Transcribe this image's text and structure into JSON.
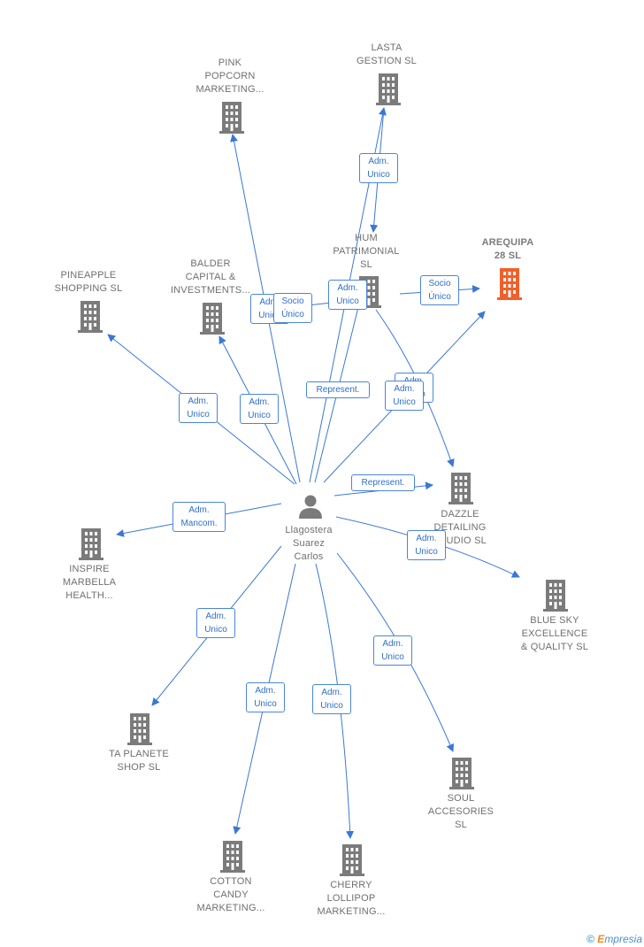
{
  "center": {
    "lines": [
      "Llagostera",
      "Suarez",
      "Carlos"
    ]
  },
  "nodes": {
    "pink": {
      "lines": [
        "PINK",
        "POPCORN",
        "MARKETING..."
      ]
    },
    "lasta": {
      "lines": [
        "LASTA",
        "GESTION  SL"
      ]
    },
    "hum": {
      "lines": [
        "HUM",
        "PATRIMONIAL",
        "SL"
      ]
    },
    "arequipa": {
      "lines": [
        "AREQUIPA",
        "28  SL"
      ]
    },
    "pineapple": {
      "lines": [
        "PINEAPPLE",
        "SHOPPING  SL"
      ]
    },
    "balder": {
      "lines": [
        "BALDER",
        "CAPITAL &",
        "INVESTMENTS..."
      ]
    },
    "dazzle": {
      "lines": [
        "DAZZLE",
        "DETAILING",
        "STUDIO  SL"
      ]
    },
    "inspire": {
      "lines": [
        "INSPIRE",
        "MARBELLA",
        "HEALTH..."
      ]
    },
    "bluesky": {
      "lines": [
        "BLUE SKY",
        "EXCELLENCE",
        "& QUALITY  SL"
      ]
    },
    "taplanete": {
      "lines": [
        "TA PLANETE",
        "SHOP  SL"
      ]
    },
    "soul": {
      "lines": [
        "SOUL",
        "ACCESORIES",
        "SL"
      ]
    },
    "cotton": {
      "lines": [
        "COTTON",
        "CANDY",
        "MARKETING..."
      ]
    },
    "cherry": {
      "lines": [
        "CHERRY",
        "LOLLIPOP",
        "MARKETING..."
      ]
    }
  },
  "edge_labels": {
    "lasta_adm": [
      "Adm.",
      "Unico"
    ],
    "hum_adm_hidden": [
      "Adm.",
      "Unico"
    ],
    "hum_socio": [
      "Socio",
      "Único"
    ],
    "hum_adm": [
      "Adm.",
      "Unico"
    ],
    "arequipa_socio": [
      "Socio",
      "Único"
    ],
    "represent_hum": [
      "Represent."
    ],
    "dazzle_adm_back": [
      "Adm.",
      "Unico"
    ],
    "arequipa_adm": [
      "Adm.",
      "Unico"
    ],
    "pineapple_adm": [
      "Adm.",
      "Unico"
    ],
    "balder_adm": [
      "Adm.",
      "Unico"
    ],
    "represent_dazzle": [
      "Represent."
    ],
    "inspire_adm": [
      "Adm.",
      "Mancom."
    ],
    "bluesky_adm": [
      "Adm.",
      "Unico"
    ],
    "taplanete_adm": [
      "Adm.",
      "Unico"
    ],
    "cotton_adm": [
      "Adm.",
      "Unico"
    ],
    "cherry_adm": [
      "Adm.",
      "Unico"
    ],
    "soul_adm": [
      "Adm.",
      "Unico"
    ]
  },
  "colors": {
    "edge": "#3a78d4",
    "building": "#7b7b7b",
    "highlight": "#f0602a",
    "label": "#6f6f6f"
  },
  "icons": {
    "company": "building-icon",
    "person": "person-icon"
  },
  "footer": {
    "copyright": "©",
    "brand_first": "E",
    "brand_rest": "mpresia"
  }
}
